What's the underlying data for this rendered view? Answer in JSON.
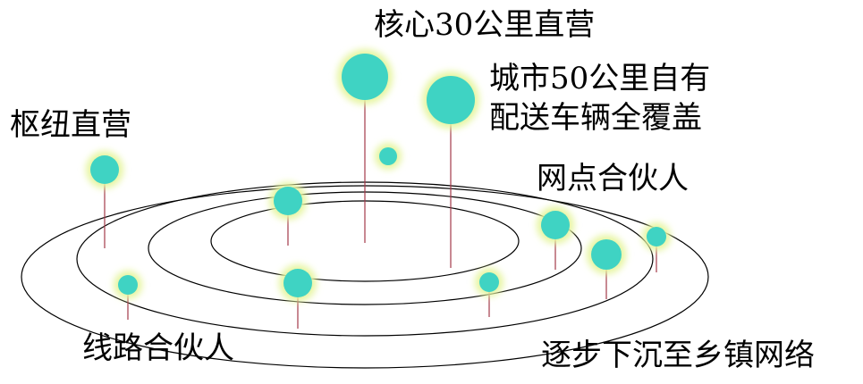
{
  "labels": {
    "core": "核心30公里直营",
    "city_line1": "城市50公里自有",
    "city_line2": "配送车辆全覆盖",
    "hub": "枢纽直营",
    "network": "网点合伙人",
    "route": "线路合伙人",
    "town": "逐步下沉至乡镇网络"
  },
  "colors": {
    "node_fill": "#3fd3c3",
    "node_glow": "#e6f5a0",
    "stem": "#a33a4a",
    "ring": "#000000",
    "text": "#000000"
  }
}
